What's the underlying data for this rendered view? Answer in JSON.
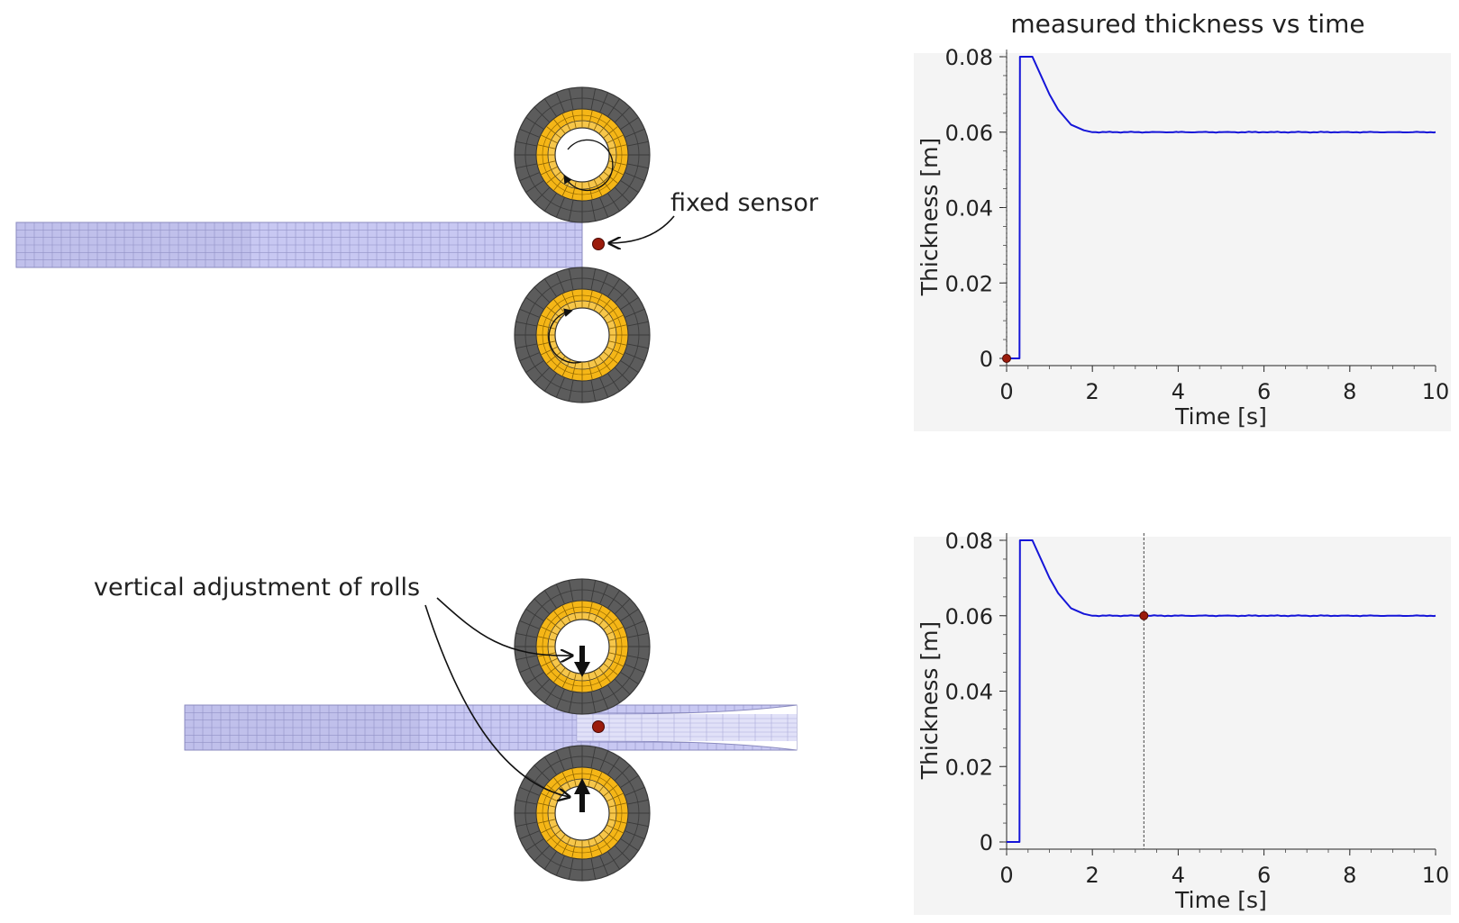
{
  "header": {
    "chart_title": "measured thickness vs time"
  },
  "annotations": {
    "sensor_label": "fixed sensor",
    "rolls_label": "vertical adjustment of rolls"
  },
  "colors": {
    "strip_fill": "#c8c8f2",
    "strip_grid": "#8a8abf",
    "roll_outer": "#5c5c5c",
    "roll_inner": "#f5b617",
    "sensor": "#9b1c0c",
    "curve": "#1515d8",
    "plot_bg": "#f4f4f4"
  },
  "icons": [
    "rotation-arrow-icon",
    "down-arrow-icon",
    "up-arrow-icon",
    "sensor-dot-icon"
  ],
  "chart_data": [
    {
      "type": "line",
      "title": "measured thickness vs time",
      "xlabel": "Time [s]",
      "ylabel": "Thickness [m]",
      "xlim": [
        0,
        10
      ],
      "ylim": [
        0,
        0.08
      ],
      "xticks": [
        0,
        2,
        4,
        6,
        8,
        10
      ],
      "yticks": [
        0,
        0.02,
        0.04,
        0.06,
        0.08
      ],
      "xtick_labels": [
        "0",
        "2",
        "4",
        "6",
        "8",
        "10"
      ],
      "ytick_labels": [
        "0",
        "0.02",
        "0.04",
        "0.06",
        "0.08"
      ],
      "x": [
        0,
        0.3,
        0.31,
        0.35,
        0.6,
        0.8,
        1.0,
        1.2,
        1.5,
        1.8,
        2.0,
        2.5,
        3.0,
        4.0,
        5.0,
        6.0,
        7.0,
        8.0,
        9.0,
        10.0
      ],
      "y": [
        0,
        0,
        0.08,
        0.08,
        0.08,
        0.075,
        0.07,
        0.066,
        0.062,
        0.0605,
        0.06,
        0.06,
        0.06,
        0.06,
        0.06,
        0.06,
        0.06,
        0.06,
        0.06,
        0.06
      ],
      "marker": {
        "x": 0,
        "y": 0
      },
      "cursor_x": 0
    },
    {
      "type": "line",
      "title": "",
      "xlabel": "Time [s]",
      "ylabel": "Thickness [m]",
      "xlim": [
        0,
        10
      ],
      "ylim": [
        0,
        0.08
      ],
      "xticks": [
        0,
        2,
        4,
        6,
        8,
        10
      ],
      "yticks": [
        0,
        0.02,
        0.04,
        0.06,
        0.08
      ],
      "xtick_labels": [
        "0",
        "2",
        "4",
        "6",
        "8",
        "10"
      ],
      "ytick_labels": [
        "0",
        "0.02",
        "0.04",
        "0.06",
        "0.08"
      ],
      "x": [
        0,
        0.3,
        0.31,
        0.35,
        0.6,
        0.8,
        1.0,
        1.2,
        1.5,
        1.8,
        2.0,
        2.5,
        3.0,
        3.2,
        4.0,
        5.0,
        6.0,
        7.0,
        8.0,
        9.0,
        10.0
      ],
      "y": [
        0,
        0,
        0.08,
        0.08,
        0.08,
        0.075,
        0.07,
        0.066,
        0.062,
        0.0605,
        0.06,
        0.06,
        0.06,
        0.06,
        0.06,
        0.06,
        0.06,
        0.06,
        0.06,
        0.06,
        0.06
      ],
      "marker": {
        "x": 3.2,
        "y": 0.06
      },
      "cursor_x": 3.2
    }
  ]
}
